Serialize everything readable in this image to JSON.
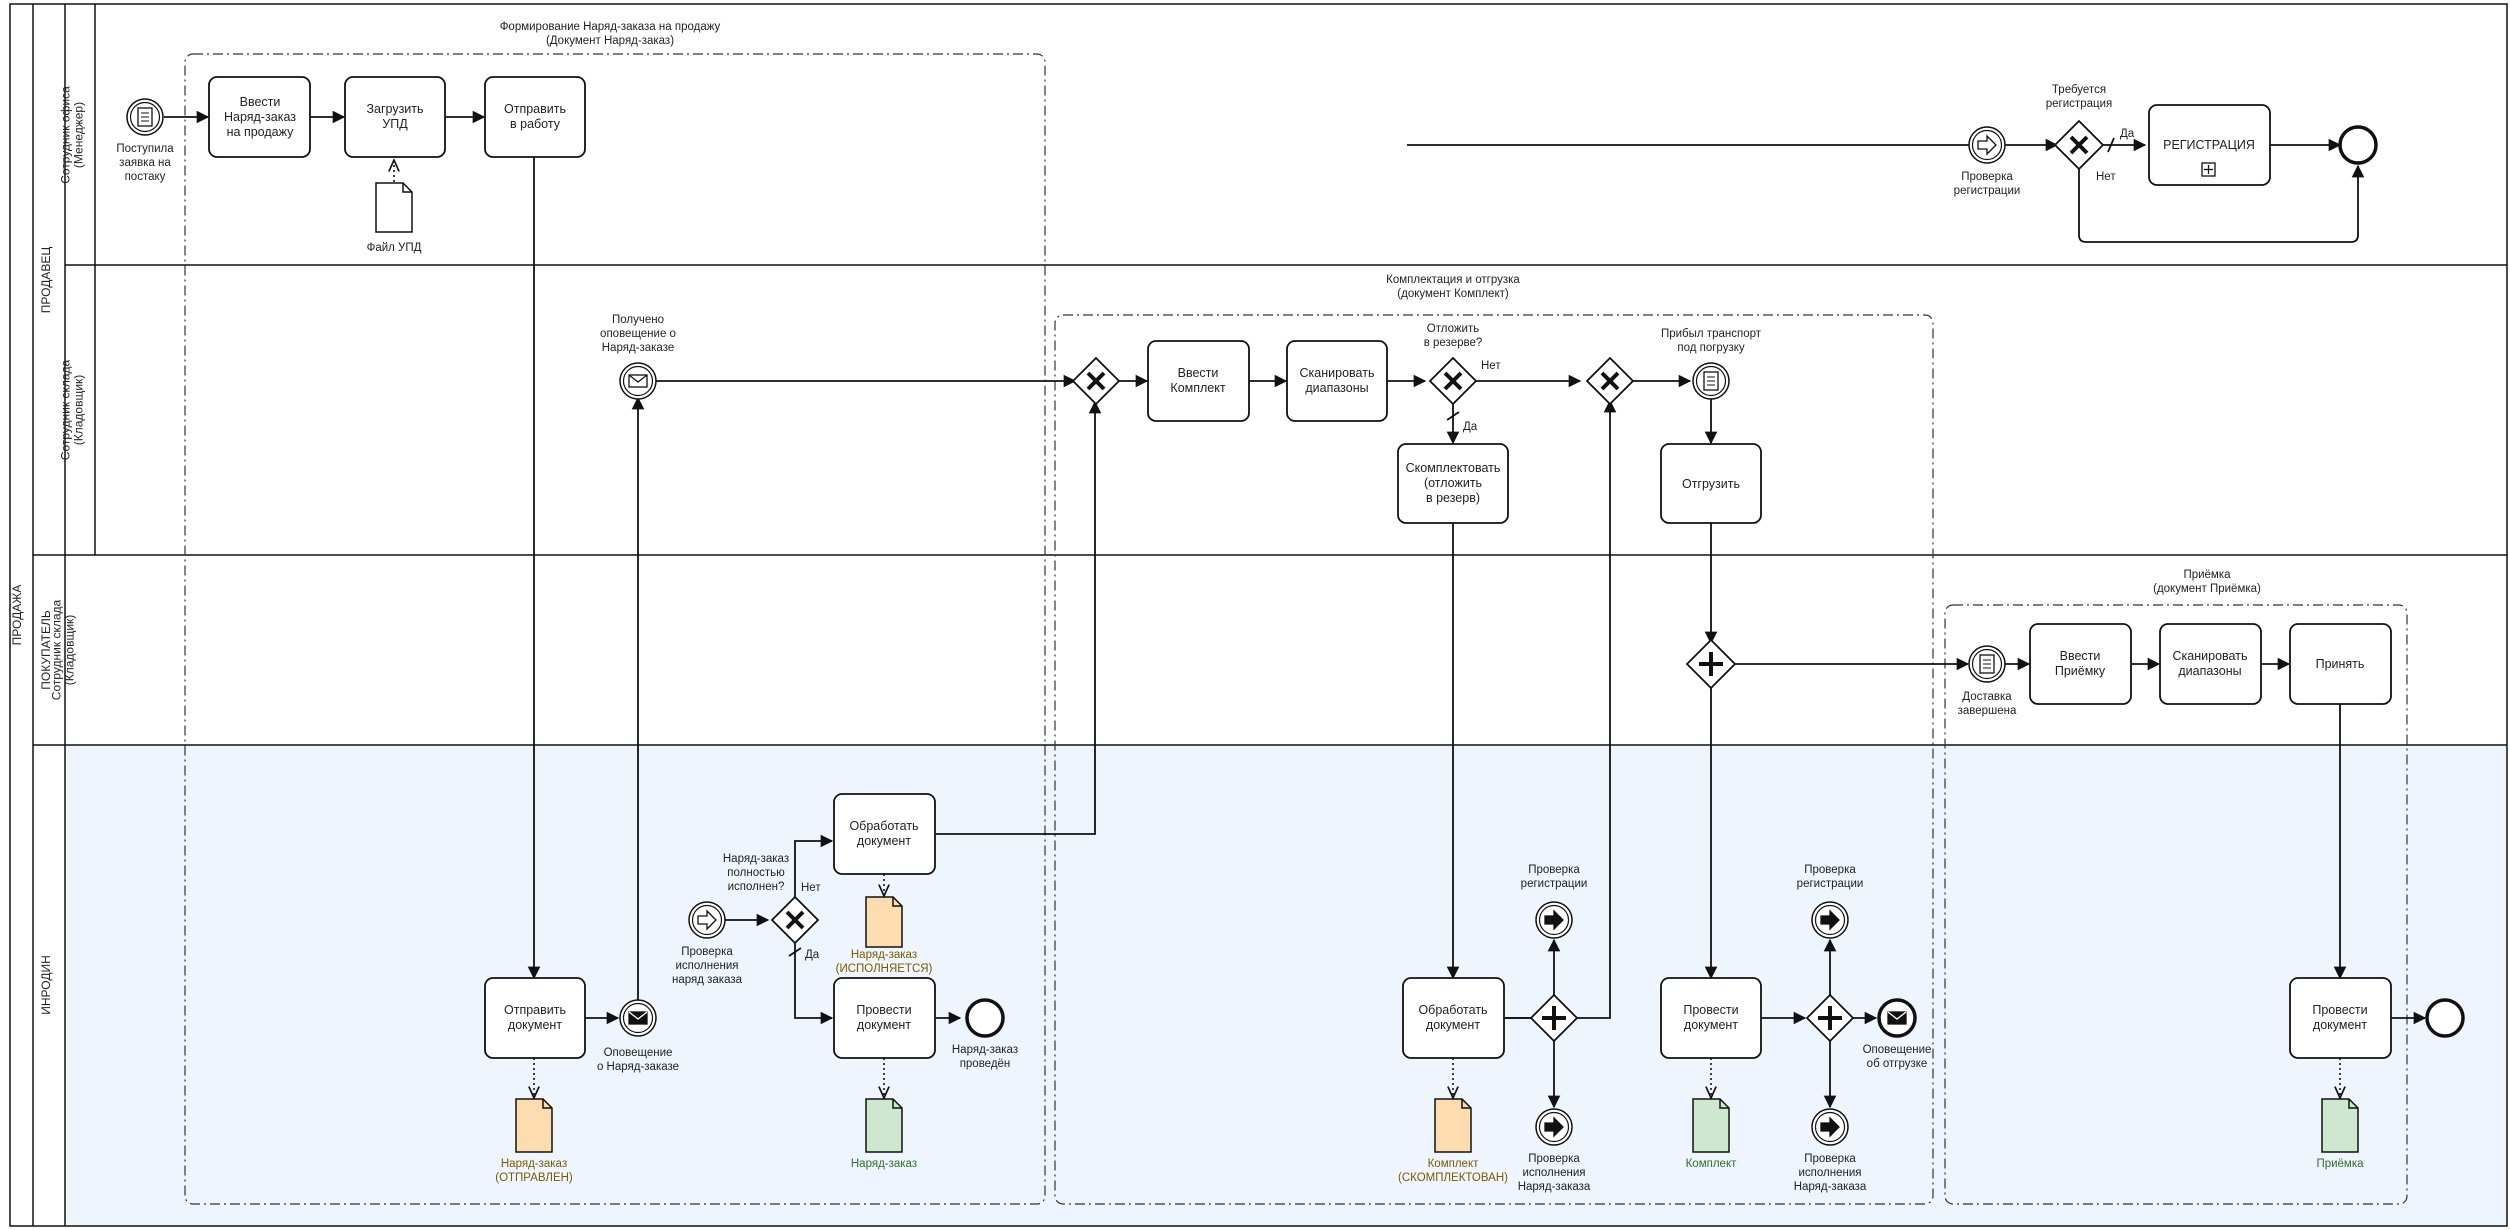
{
  "pool": {
    "label": "ПРОДАЖА"
  },
  "participants": {
    "seller": "ПРОДАВЕЦ",
    "buyer": "ПОКУПАТЕЛЬ",
    "inrodin": "ИНРОДИН"
  },
  "lanes": {
    "office": "Сотрудник офиса\n(Менеджер)",
    "warehouse": "Сотрудник склада\n(Кладовщик)",
    "buyer_warehouse": "Сотрудник склада\n(Кладовщик)"
  },
  "groups": {
    "g1": "Формирование Наряд-заказа на продажу\n(Документ Наряд-заказ)",
    "g2": "Комплектация и отгрузка\n(документ Комплект)",
    "g3": "Приёмка\n(документ Приёмка)"
  },
  "tasks": {
    "enter_order": "Ввести\nНаряд-заказ\nна продажу",
    "load_upd": "Загрузить\nУПД",
    "send_work": "Отправить\nв работу",
    "registration": "РЕГИСТРАЦИЯ",
    "enter_kit": "Ввести\nКомплект",
    "scan_ranges1": "Сканировать\nдиапазоны",
    "pick_reserve": "Скомплектовать\n(отложить\nв резерв)",
    "ship": "Отгрузить",
    "enter_receipt": "Ввести\nПриёмку",
    "scan_ranges2": "Сканировать\nдиапазоны",
    "accept": "Принять",
    "process_doc1": "Обработать\nдокумент",
    "send_doc": "Отправить\nдокумент",
    "post_doc1": "Провести\nдокумент",
    "process_doc2": "Обработать\nдокумент",
    "post_doc2": "Провести\nдокумент",
    "post_doc3": "Провести\nдокумент"
  },
  "events": {
    "order_received": "Поступила\nзаявка на\nпостаку",
    "reg_check": "Проверка\nрегистрации",
    "notif_received": "Получено\nоповещение о\nНаряд-заказе",
    "transport_arrived": "Прибыл транспорт\nпод погрузку",
    "delivery_done": "Доставка\nзавершена",
    "order_notif": "Оповещение\nо Наряд-заказе",
    "check_order_exec": "Проверка\nисполнения\nнаряд заказа",
    "order_done": "Наряд-заказ\nпроведён",
    "reg_check2": "Проверка\nрегистрации",
    "order_exec_check2": "Проверка\nисполнения\nНаряд-заказа",
    "reg_check3": "Проверка\nрегистрации",
    "order_exec_check3": "Проверка\nисполнения\nНаряд-заказа",
    "ship_notif": "Оповещение\nоб отгрузке"
  },
  "gateways": {
    "reg_required": "Требуется\nрегистрация",
    "postpone": "Отложить\nв резерве?",
    "order_full": "Наряд-заказ\nполностью\nисполнен?"
  },
  "flow_labels": {
    "yes": "Да",
    "no": "Нет"
  },
  "artifacts": {
    "upd_file": "Файл УПД",
    "order_sent": "Наряд-заказ\n(ОТПРАВЛЕН)",
    "order_exec": "Наряд-заказ\n(ИСПОЛНЯЕТСЯ)",
    "order": "Наряд-заказ",
    "kit_picked": "Комплект\n(СКОМПЛЕКТОВАН)",
    "kit": "Комплект",
    "receipt": "Приёмка"
  },
  "colors": {
    "inrodin_lane_bg": "#eef5fc",
    "doc_orange": "#fddcb0",
    "doc_green": "#cde8cf"
  }
}
